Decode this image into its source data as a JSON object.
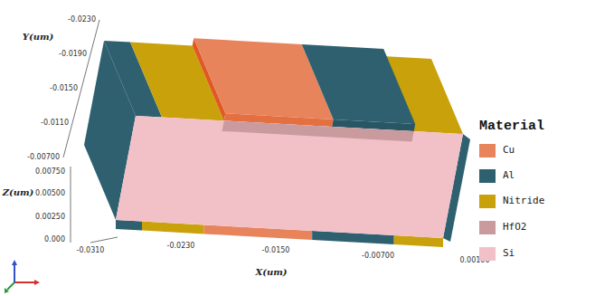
{
  "diagram": {
    "labels": [
      "Y(um)",
      "-0.0230",
      "-0.0190",
      "-0.0150",
      "-0.0110",
      "-0.00700",
      "0.00750",
      "0.00500",
      "0.00250",
      "0.000",
      "Z(um)",
      "-0.0310",
      "-0.0230",
      "-0.0150",
      "-0.00700",
      "0.00100",
      "X(um)",
      "Material"
    ],
    "legend": [
      {
        "text": "Cu",
        "color": "#e8845c"
      },
      {
        "text": "Al",
        "color": "#2e6070"
      },
      {
        "text": "Nitride",
        "color": "#c9a10a"
      },
      {
        "text": "HfO2",
        "color": "#c99b9f"
      },
      {
        "text": "Si",
        "color": "#f2c1c8"
      }
    ]
  }
}
